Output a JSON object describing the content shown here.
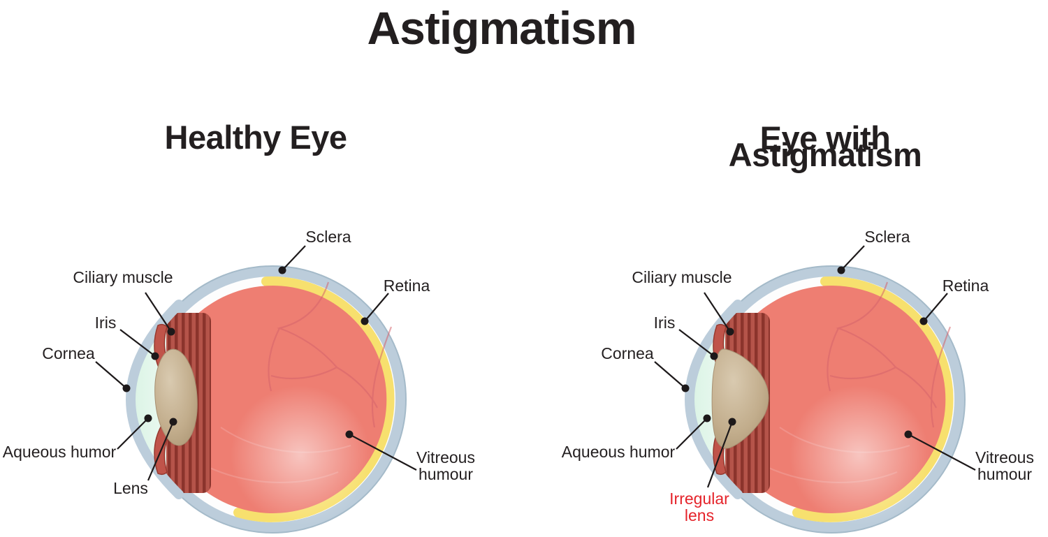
{
  "title": "Astigmatism",
  "panels": {
    "left": {
      "subtitle": "Healthy Eye",
      "labels": {
        "sclera": "Sclera",
        "ciliary_muscle": "Ciliary muscle",
        "iris": "Iris",
        "cornea": "Cornea",
        "aqueous_humor": "Aqueous humor",
        "lens": "Lens",
        "retina": "Retina",
        "vitreous_humour_line1": "Vitreous",
        "vitreous_humour_line2": "humour"
      }
    },
    "right": {
      "subtitle_line1": "Eye with",
      "subtitle_line2": "Astigmatism",
      "labels": {
        "sclera": "Sclera",
        "ciliary_muscle": "Ciliary muscle",
        "iris": "Iris",
        "cornea": "Cornea",
        "aqueous_humor": "Aqueous humor",
        "irregular_lens_line1": "Irregular",
        "irregular_lens_line2": "lens",
        "retina": "Retina",
        "vitreous_humour_line1": "Vitreous",
        "vitreous_humour_line2": "humour"
      }
    }
  },
  "colors": {
    "label_text": "#231f20",
    "highlight_label": "#e5232a",
    "sclera_ring": "#bccddb",
    "retina_band": "#f7e06e",
    "vitreous_body": "#ee7e72",
    "aqueous_humor": "#dff5e8",
    "lens": "#c2ad8c",
    "iris": "#c0544a",
    "ciliary_muscle": "#8b342c"
  }
}
